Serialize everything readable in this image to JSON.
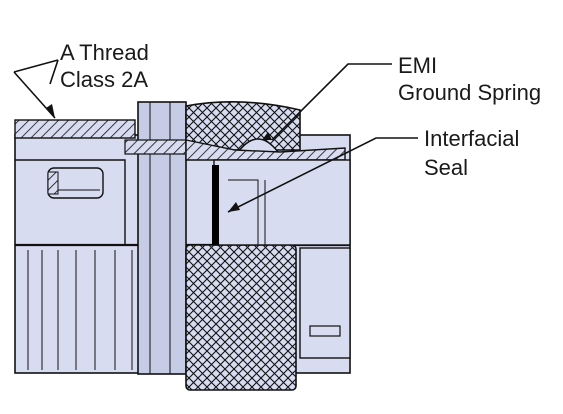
{
  "labels": {
    "a_thread_line1": "A Thread",
    "a_thread_line2": "Class 2A",
    "emi_line1": "EMI",
    "emi_line2": "Ground Spring",
    "seal_line1": "Interfacial",
    "seal_line2": "Seal"
  },
  "colors": {
    "body_fill": "#d7dcf0",
    "body_fill_dark": "#c6cce6",
    "outline": "#111111",
    "seal": "#000000",
    "background": "#ffffff"
  }
}
